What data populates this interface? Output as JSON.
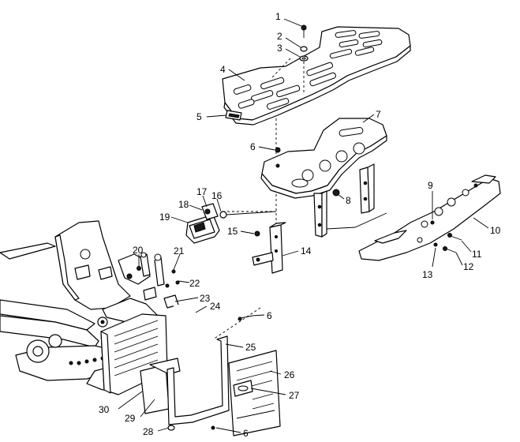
{
  "callouts": [
    {
      "id": "c1",
      "label": "1"
    },
    {
      "id": "c2",
      "label": "2"
    },
    {
      "id": "c3",
      "label": "3"
    },
    {
      "id": "c4",
      "label": "4"
    },
    {
      "id": "c5",
      "label": "5"
    },
    {
      "id": "c6a",
      "label": "6"
    },
    {
      "id": "c7",
      "label": "7"
    },
    {
      "id": "c8",
      "label": "8"
    },
    {
      "id": "c9",
      "label": "9"
    },
    {
      "id": "c10",
      "label": "10"
    },
    {
      "id": "c11",
      "label": "11"
    },
    {
      "id": "c12",
      "label": "12"
    },
    {
      "id": "c13",
      "label": "13"
    },
    {
      "id": "c14",
      "label": "14"
    },
    {
      "id": "c15",
      "label": "15"
    },
    {
      "id": "c16",
      "label": "16"
    },
    {
      "id": "c17",
      "label": "17"
    },
    {
      "id": "c18",
      "label": "18"
    },
    {
      "id": "c19",
      "label": "19"
    },
    {
      "id": "c20",
      "label": "20"
    },
    {
      "id": "c21",
      "label": "21"
    },
    {
      "id": "c22",
      "label": "22"
    },
    {
      "id": "c23",
      "label": "23"
    },
    {
      "id": "c24",
      "label": "24"
    },
    {
      "id": "c6b",
      "label": "6"
    },
    {
      "id": "c25",
      "label": "25"
    },
    {
      "id": "c26",
      "label": "26"
    },
    {
      "id": "c27",
      "label": "27"
    },
    {
      "id": "c28",
      "label": "28"
    },
    {
      "id": "c29",
      "label": "29"
    },
    {
      "id": "c30",
      "label": "30"
    },
    {
      "id": "c6c",
      "label": "6"
    }
  ]
}
